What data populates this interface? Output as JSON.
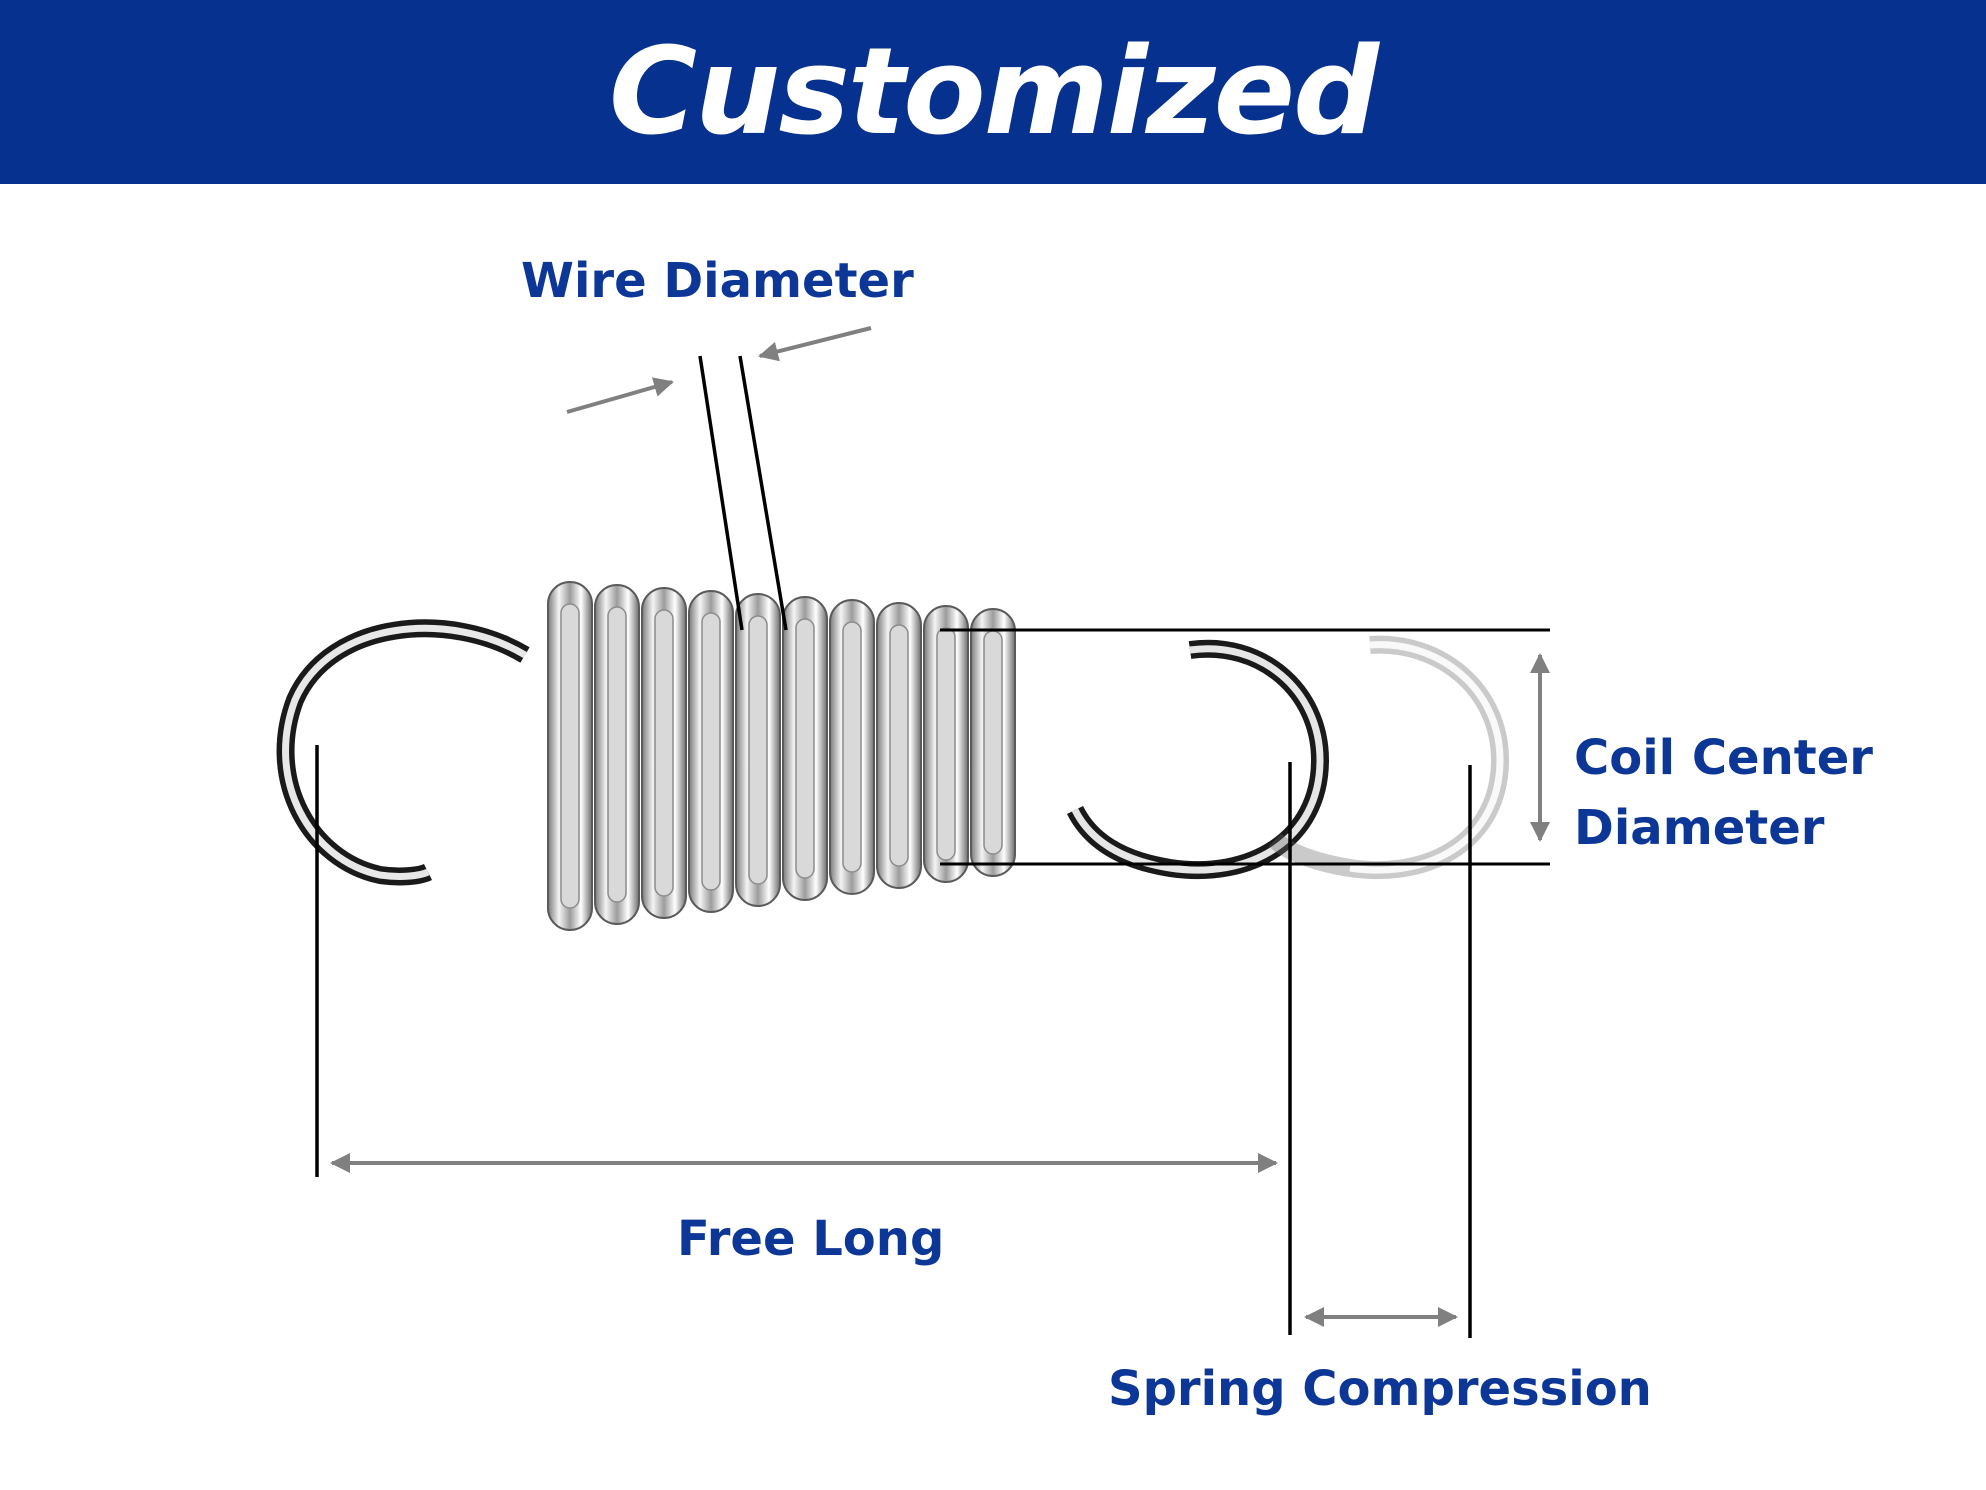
{
  "header": {
    "title": "Customized",
    "background_color": "#06318f",
    "text_color": "#ffffff"
  },
  "labels": {
    "wire_diameter": "Wire Diameter",
    "coil_center_diameter_line1": "Coil Center",
    "coil_center_diameter_line2": "Diameter",
    "free_long": "Free Long",
    "spring_compression": "Spring Compression"
  },
  "colors": {
    "label": "#0d3797",
    "dimension_arrow": "#808080",
    "extension_line": "#000000",
    "steel": "#c8c8c8"
  },
  "image": {
    "subject": "extension spring with hook ends"
  }
}
